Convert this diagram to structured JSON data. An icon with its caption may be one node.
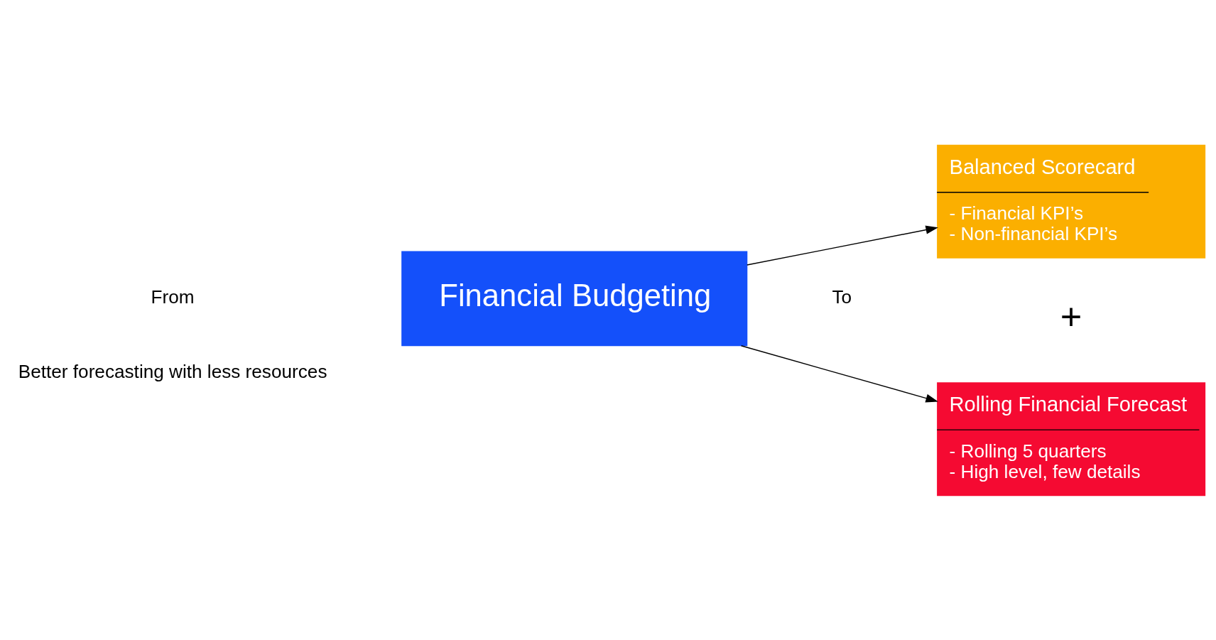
{
  "diagram": {
    "nodes": [
      {
        "text": [
          "Financial Budgeting"
        ]
      },
      {
        "text": [
          "Balanced Scorecard",
          "- Financial KPI’s",
          "- Non-financial KPI’s"
        ]
      },
      {
        "text": [
          "Rolling Financial Forecast",
          "- Rolling 5 quarters",
          "- High level, few details"
        ]
      }
    ],
    "edges": [
      {
        "from": 0,
        "to": 1,
        "arrow": "to"
      },
      {
        "from": 0,
        "to": 2,
        "arrow": "to"
      }
    ],
    "labels": [
      "From",
      "To",
      "+",
      "Better forecasting with less resources"
    ]
  }
}
